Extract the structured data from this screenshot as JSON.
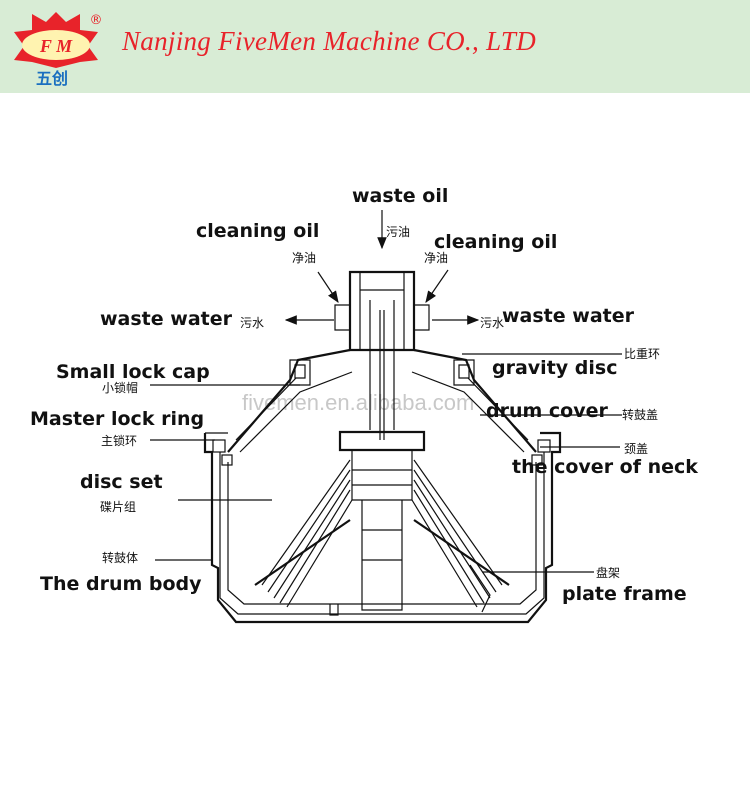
{
  "header": {
    "company": "Nanjing FiveMen Machine CO., LTD",
    "logo_letters": "F M",
    "logo_mark": "®",
    "logo_cn": "五创",
    "colors": {
      "brand_red": "#e8232a",
      "band": "#d8ecd5"
    }
  },
  "watermark": "fivemen.en.alibaba.com",
  "labels": {
    "waste_oil": "waste oil",
    "waste_oil_cn": "污油",
    "cleaning_oil_left": "cleaning oil",
    "cleaning_oil_left_cn": "净油",
    "cleaning_oil_right": "cleaning oil",
    "cleaning_oil_right_cn": "净油",
    "waste_water_left": "waste water",
    "waste_water_left_cn": "污水",
    "waste_water_right": "waste water",
    "waste_water_right_cn": "污水",
    "small_lock_cap": "Small lock cap",
    "small_lock_cap_cn": "小锁帽",
    "master_lock_ring": "Master lock ring",
    "master_lock_ring_cn": "主锁环",
    "disc_set": "disc set",
    "disc_set_cn": "碟片组",
    "drum_body": "The drum body",
    "drum_body_cn": "转鼓体",
    "gravity_disc": "gravity disc",
    "gravity_disc_cn": "比重环",
    "drum_cover": "drum cover",
    "drum_cover_cn": "转鼓盖",
    "neck_cover": "the cover of neck",
    "neck_cover_cn": "颈盖",
    "plate_frame": "plate frame",
    "plate_frame_cn": "盘架"
  }
}
